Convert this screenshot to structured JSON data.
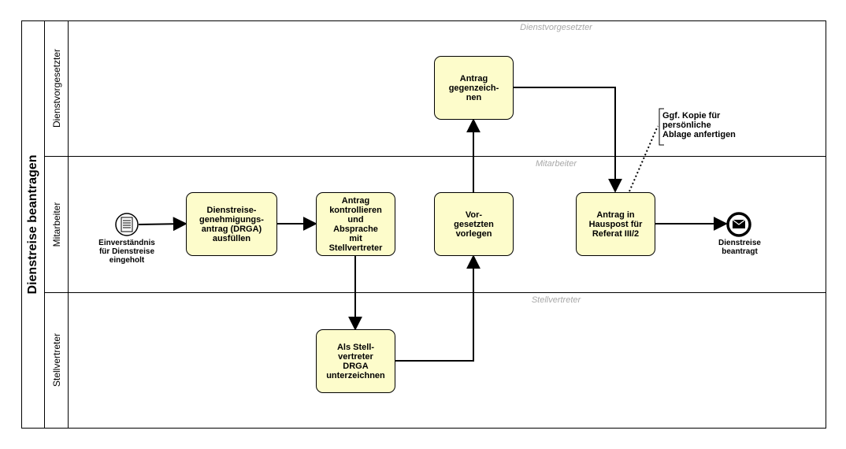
{
  "pool": {
    "title": "Dienstreise beantragen"
  },
  "lanes": [
    {
      "title": "Dienstvorgesetzter",
      "watermark": "Dienstvorgesetzter"
    },
    {
      "title": "Mitarbeiter",
      "watermark": "Mitarbeiter"
    },
    {
      "title": "Stellvertreter",
      "watermark": "Stellvertreter"
    }
  ],
  "events": {
    "start": {
      "label": "Einverständnis\nfür Dienstreise\neingeholt",
      "icon": "document-list-icon"
    },
    "end": {
      "label": "Dienstreise\nbeantragt",
      "icon": "envelope-icon"
    }
  },
  "tasks": {
    "fill_form": "Dienstreise-\ngenehmigungs-\nantrag (DRGA)\nausfüllen",
    "check": "Antrag\nkontrollieren\nund\nAbsprache\nmit\nStellvertreter",
    "deputy_sign": "Als Stell-\nvertreter\nDRGA\nunterzeichnen",
    "present": "Vor-\ngesetzten\nvorlegen",
    "countersign": "Antrag\ngegenzeich-\nnen",
    "mail": "Antrag in\nHauspost für\nReferat III/2"
  },
  "annotation": {
    "text": "Ggf. Kopie für\npersönliche\nAblage anfertigen"
  },
  "colors": {
    "task_fill": "#fdfccb",
    "watermark": "#a8a8a8",
    "stroke": "#000000"
  }
}
